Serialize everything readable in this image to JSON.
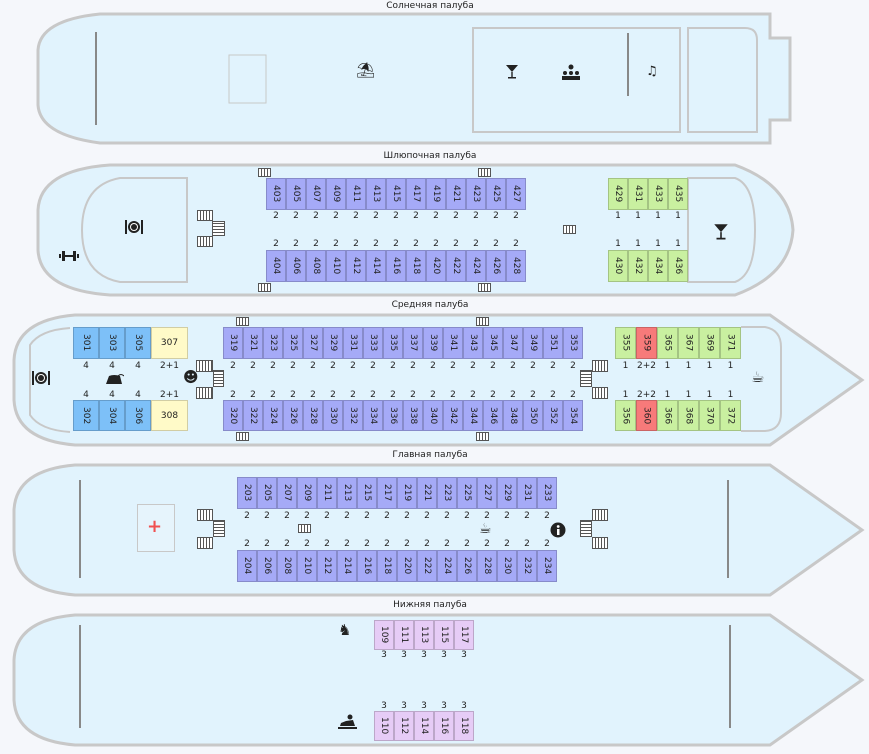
{
  "colors": {
    "hull_fill": "#e1f3fd",
    "hull_stroke": "#c8c8c8",
    "standard": "#a5aaf7",
    "family": "#7dc0f8",
    "suite": "#fffac8",
    "single": "#c9f0a0",
    "occupied": "#f77a7a",
    "lower": "#e6ccf6"
  },
  "decks": [
    {
      "title": "Солнечная палуба",
      "groups": []
    },
    {
      "title": "Шлюпочная палуба",
      "groups": [
        {
          "id": "b-top",
          "color": "#a5aaf7",
          "cabins": [
            {
              "n": "403",
              "c": "2"
            },
            {
              "n": "405",
              "c": "2"
            },
            {
              "n": "407",
              "c": "2"
            },
            {
              "n": "409",
              "c": "2"
            },
            {
              "n": "411",
              "c": "2"
            },
            {
              "n": "413",
              "c": "2"
            },
            {
              "n": "415",
              "c": "2"
            },
            {
              "n": "417",
              "c": "2"
            },
            {
              "n": "419",
              "c": "2"
            },
            {
              "n": "421",
              "c": "2"
            },
            {
              "n": "423",
              "c": "2"
            },
            {
              "n": "425",
              "c": "2"
            },
            {
              "n": "427",
              "c": "2"
            }
          ]
        },
        {
          "id": "b-bot",
          "color": "#a5aaf7",
          "cabins": [
            {
              "n": "404",
              "c": "2"
            },
            {
              "n": "406",
              "c": "2"
            },
            {
              "n": "408",
              "c": "2"
            },
            {
              "n": "410",
              "c": "2"
            },
            {
              "n": "412",
              "c": "2"
            },
            {
              "n": "414",
              "c": "2"
            },
            {
              "n": "416",
              "c": "2"
            },
            {
              "n": "418",
              "c": "2"
            },
            {
              "n": "420",
              "c": "2"
            },
            {
              "n": "422",
              "c": "2"
            },
            {
              "n": "424",
              "c": "2"
            },
            {
              "n": "426",
              "c": "2"
            },
            {
              "n": "428",
              "c": "2"
            }
          ]
        },
        {
          "id": "b-gtop",
          "color": "#c9f0a0",
          "cabins": [
            {
              "n": "429",
              "c": "1"
            },
            {
              "n": "431",
              "c": "1"
            },
            {
              "n": "433",
              "c": "1"
            },
            {
              "n": "435",
              "c": "1"
            }
          ]
        },
        {
          "id": "b-gbot",
          "color": "#c9f0a0",
          "cabins": [
            {
              "n": "430",
              "c": "1"
            },
            {
              "n": "432",
              "c": "1"
            },
            {
              "n": "434",
              "c": "1"
            },
            {
              "n": "436",
              "c": "1"
            }
          ]
        }
      ]
    },
    {
      "title": "Средняя палуба",
      "groups": [
        {
          "id": "m-ltop",
          "color": "#7dc0f8",
          "cabins": [
            {
              "n": "301",
              "c": "4"
            },
            {
              "n": "303",
              "c": "4"
            },
            {
              "n": "305",
              "c": "4"
            }
          ]
        },
        {
          "id": "m-ltop2",
          "color": "#fffac8",
          "cabins": [
            {
              "n": "307",
              "c": "2+1"
            }
          ]
        },
        {
          "id": "m-lbot",
          "color": "#7dc0f8",
          "cabins": [
            {
              "n": "302",
              "c": "4"
            },
            {
              "n": "304",
              "c": "4"
            },
            {
              "n": "306",
              "c": "4"
            }
          ]
        },
        {
          "id": "m-lbot2",
          "color": "#fffac8",
          "cabins": [
            {
              "n": "308",
              "c": "2+1"
            }
          ]
        },
        {
          "id": "m-top",
          "color": "#a5aaf7",
          "cabins": [
            {
              "n": "319",
              "c": "2"
            },
            {
              "n": "321",
              "c": "2"
            },
            {
              "n": "323",
              "c": "2"
            },
            {
              "n": "325",
              "c": "2"
            },
            {
              "n": "327",
              "c": "2"
            },
            {
              "n": "329",
              "c": "2"
            },
            {
              "n": "331",
              "c": "2"
            },
            {
              "n": "333",
              "c": "2"
            },
            {
              "n": "335",
              "c": "2"
            },
            {
              "n": "337",
              "c": "2"
            },
            {
              "n": "339",
              "c": "2"
            },
            {
              "n": "341",
              "c": "2"
            },
            {
              "n": "343",
              "c": "2"
            },
            {
              "n": "345",
              "c": "2"
            },
            {
              "n": "347",
              "c": "2"
            },
            {
              "n": "349",
              "c": "2"
            },
            {
              "n": "351",
              "c": "2"
            },
            {
              "n": "353",
              "c": "2"
            }
          ]
        },
        {
          "id": "m-bot",
          "color": "#a5aaf7",
          "cabins": [
            {
              "n": "320",
              "c": "2"
            },
            {
              "n": "322",
              "c": "2"
            },
            {
              "n": "324",
              "c": "2"
            },
            {
              "n": "326",
              "c": "2"
            },
            {
              "n": "328",
              "c": "2"
            },
            {
              "n": "330",
              "c": "2"
            },
            {
              "n": "332",
              "c": "2"
            },
            {
              "n": "334",
              "c": "2"
            },
            {
              "n": "336",
              "c": "2"
            },
            {
              "n": "338",
              "c": "2"
            },
            {
              "n": "340",
              "c": "2"
            },
            {
              "n": "342",
              "c": "2"
            },
            {
              "n": "344",
              "c": "2"
            },
            {
              "n": "346",
              "c": "2"
            },
            {
              "n": "348",
              "c": "2"
            },
            {
              "n": "350",
              "c": "2"
            },
            {
              "n": "352",
              "c": "2"
            },
            {
              "n": "354",
              "c": "2"
            }
          ]
        },
        {
          "id": "m-gtop",
          "color": "#c9f0a0",
          "cabins": [
            {
              "n": "355",
              "c": "1"
            },
            {
              "n": "359",
              "c": "2+2",
              "color": "#f77a7a"
            },
            {
              "n": "365",
              "c": "1"
            },
            {
              "n": "367",
              "c": "1"
            },
            {
              "n": "369",
              "c": "1"
            },
            {
              "n": "371",
              "c": "1"
            }
          ]
        },
        {
          "id": "m-gbot",
          "color": "#c9f0a0",
          "cabins": [
            {
              "n": "356",
              "c": "1"
            },
            {
              "n": "360",
              "c": "2+2",
              "color": "#f77a7a"
            },
            {
              "n": "366",
              "c": "1"
            },
            {
              "n": "368",
              "c": "1"
            },
            {
              "n": "370",
              "c": "1"
            },
            {
              "n": "372",
              "c": "1"
            }
          ]
        }
      ]
    },
    {
      "title": "Главная палуба",
      "groups": [
        {
          "id": "g-top",
          "color": "#a5aaf7",
          "cabins": [
            {
              "n": "203",
              "c": "2"
            },
            {
              "n": "205",
              "c": "2"
            },
            {
              "n": "207",
              "c": "2"
            },
            {
              "n": "209",
              "c": "2"
            },
            {
              "n": "211",
              "c": "2"
            },
            {
              "n": "213",
              "c": "2"
            },
            {
              "n": "215",
              "c": "2"
            },
            {
              "n": "217",
              "c": "2"
            },
            {
              "n": "219",
              "c": "2"
            },
            {
              "n": "221",
              "c": "2"
            },
            {
              "n": "223",
              "c": "2"
            },
            {
              "n": "225",
              "c": "2"
            },
            {
              "n": "227",
              "c": "2"
            },
            {
              "n": "229",
              "c": "2"
            },
            {
              "n": "231",
              "c": "2"
            },
            {
              "n": "233",
              "c": "2"
            }
          ]
        },
        {
          "id": "g-bot",
          "color": "#a5aaf7",
          "cabins": [
            {
              "n": "204",
              "c": "2"
            },
            {
              "n": "206",
              "c": "2"
            },
            {
              "n": "208",
              "c": "2"
            },
            {
              "n": "210",
              "c": "2"
            },
            {
              "n": "212",
              "c": "2"
            },
            {
              "n": "214",
              "c": "2"
            },
            {
              "n": "216",
              "c": "2"
            },
            {
              "n": "218",
              "c": "2"
            },
            {
              "n": "220",
              "c": "2"
            },
            {
              "n": "222",
              "c": "2"
            },
            {
              "n": "224",
              "c": "2"
            },
            {
              "n": "226",
              "c": "2"
            },
            {
              "n": "228",
              "c": "2"
            },
            {
              "n": "230",
              "c": "2"
            },
            {
              "n": "232",
              "c": "2"
            },
            {
              "n": "234",
              "c": "2"
            }
          ]
        }
      ]
    },
    {
      "title": "Нижняя палуба",
      "groups": [
        {
          "id": "l-top",
          "color": "#e6ccf6",
          "cabins": [
            {
              "n": "109",
              "c": "3"
            },
            {
              "n": "111",
              "c": "3"
            },
            {
              "n": "113",
              "c": "3"
            },
            {
              "n": "115",
              "c": "3"
            },
            {
              "n": "117",
              "c": "3"
            }
          ]
        },
        {
          "id": "l-bot",
          "color": "#e6ccf6",
          "cabins": [
            {
              "n": "110",
              "c": "3"
            },
            {
              "n": "112",
              "c": "3"
            },
            {
              "n": "114",
              "c": "3"
            },
            {
              "n": "116",
              "c": "3"
            },
            {
              "n": "118",
              "c": "3"
            }
          ]
        }
      ]
    }
  ],
  "icons": [
    "beach-umbrella",
    "cocktail",
    "stage",
    "music",
    "restaurant",
    "gym",
    "cocktail",
    "restaurant",
    "iron",
    "baby",
    "coffee",
    "first-aid",
    "tea",
    "info",
    "rocking-horse",
    "massage"
  ]
}
